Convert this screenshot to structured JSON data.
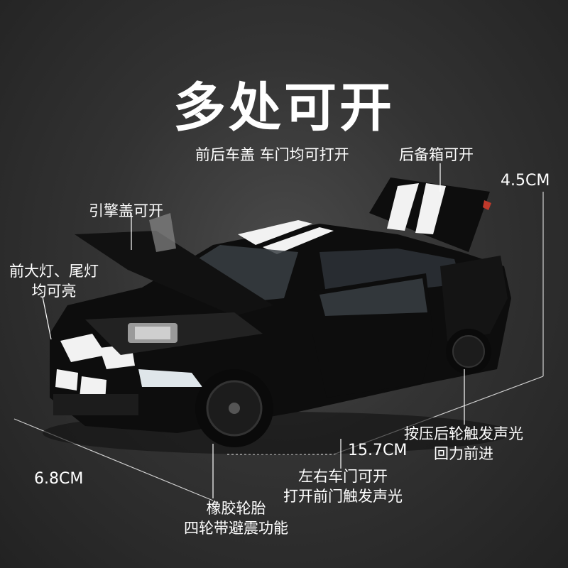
{
  "title": "多处可开",
  "features": {
    "hood_trunk": "前后车盖",
    "doors": "车门均可打开",
    "trunk": "后备箱可开",
    "engine_hood": "引擎盖可开",
    "lights_line1": "前大灯、尾灯",
    "lights_line2": "均可亮",
    "pullback_line1": "按压后轮触发声光",
    "pullback_line2": "回力前进",
    "doors_lr_line1": "左右车门可开",
    "doors_lr_line2": "打开前门触发声光",
    "tires_line1": "橡胶轮胎",
    "tires_line2": "四轮带避震功能"
  },
  "dimensions": {
    "height": "4.5CM",
    "length": "15.7CM",
    "width": "6.8CM"
  },
  "colors": {
    "background": "#333333",
    "car_body": "#0d0d0d",
    "stripe": "#f2f2f2",
    "leader_line": "#ffffff"
  }
}
